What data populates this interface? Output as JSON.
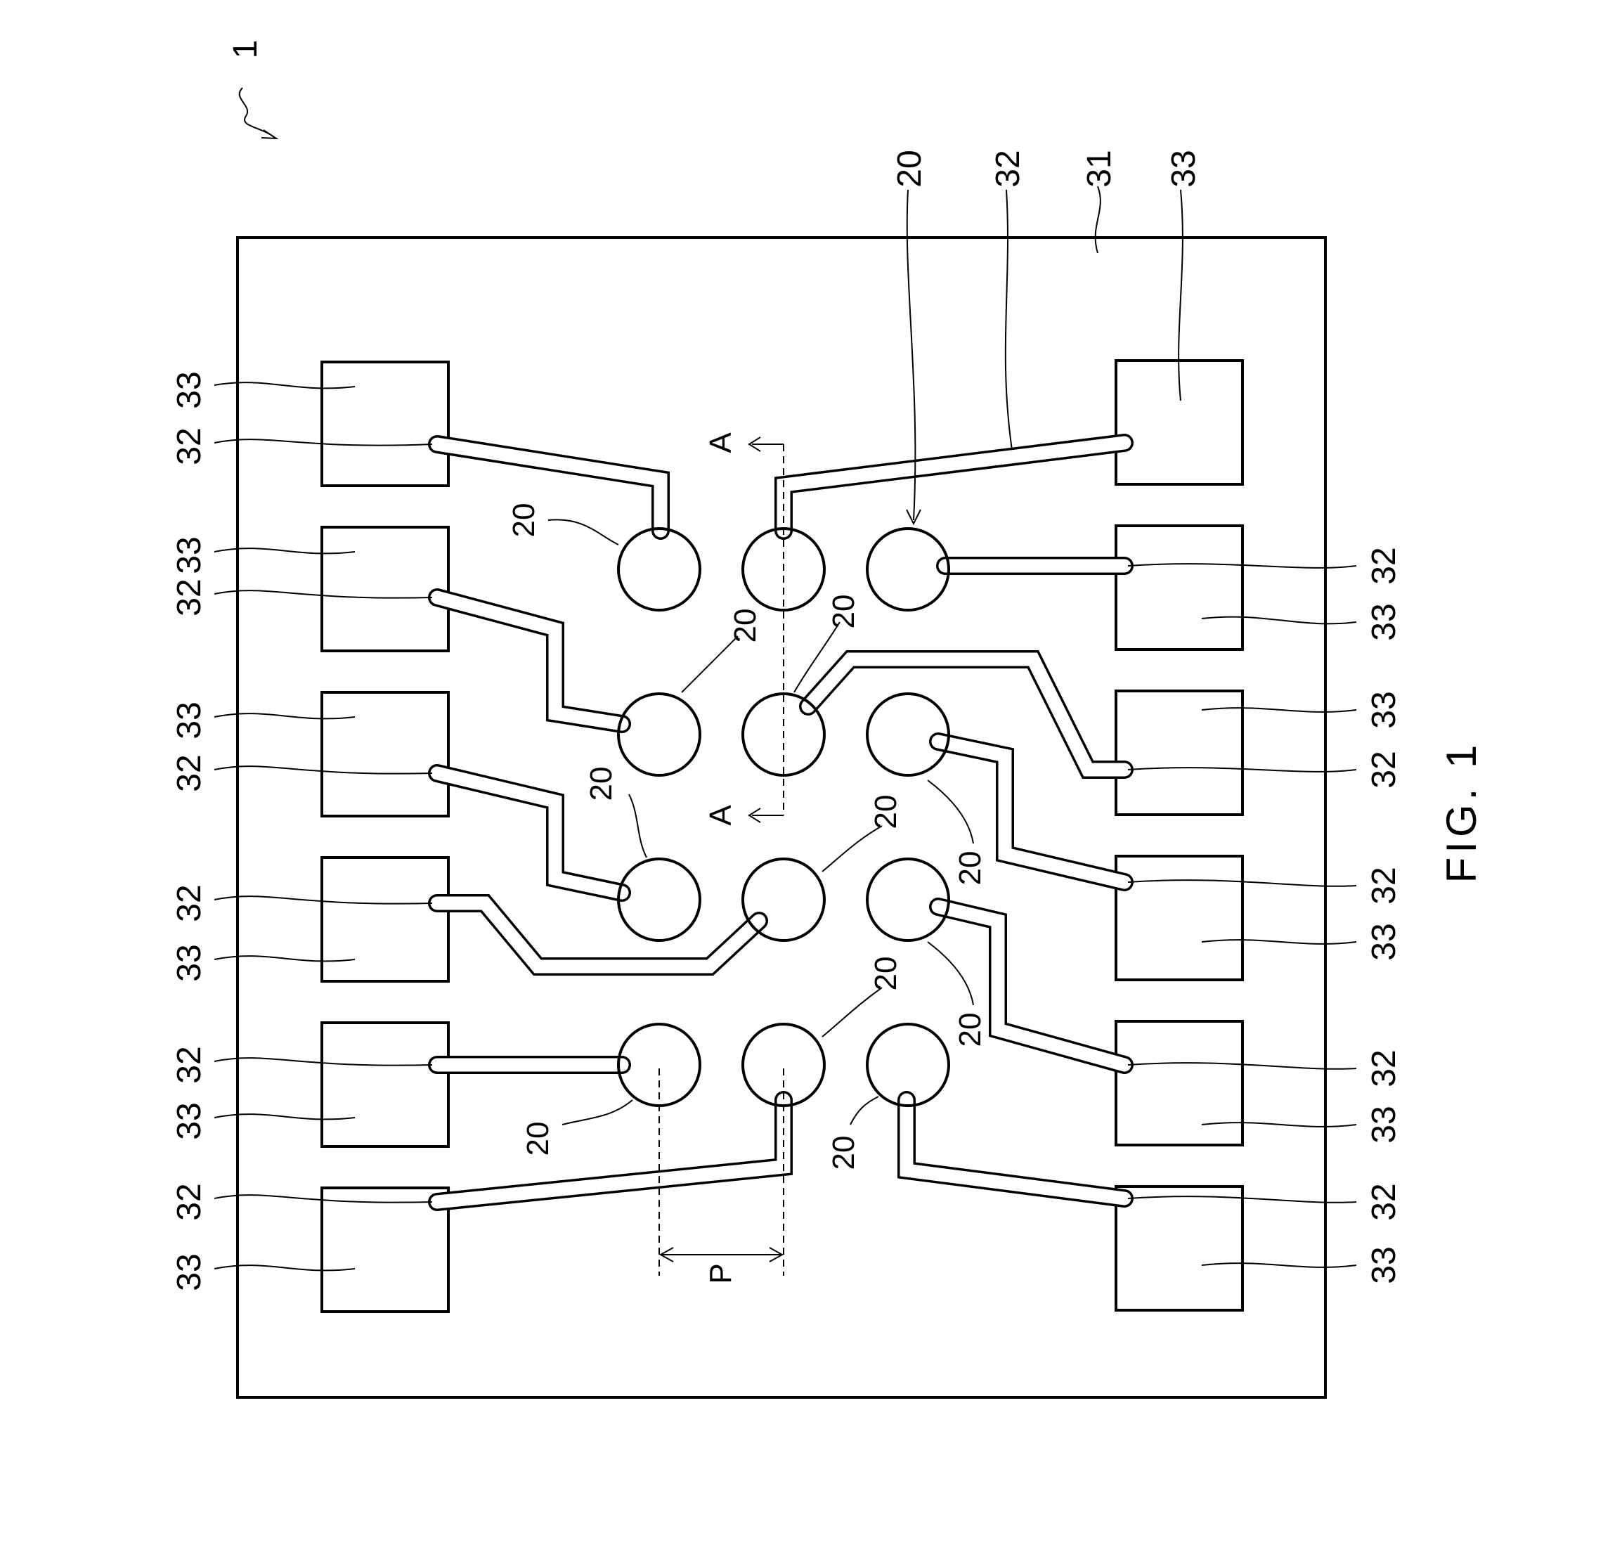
{
  "figure": {
    "ref_device": "1",
    "ref_substrate": "31",
    "ref_wiring": "32",
    "ref_pad": "33",
    "ref_bump": "20",
    "section_mark": "A",
    "pitch_label": "P",
    "caption": "FIG. 1",
    "left_pads": [
      {
        "pad_label": "33",
        "wire_label": "32"
      },
      {
        "pad_label": "33",
        "wire_label": "32"
      },
      {
        "pad_label": "33",
        "wire_label": "32"
      },
      {
        "pad_label": "33",
        "wire_label": "32"
      },
      {
        "pad_label": "33",
        "wire_label": "32"
      },
      {
        "pad_label": "33",
        "wire_label": "32"
      }
    ],
    "right_pads": [
      {
        "pad_label": "33",
        "wire_label": "32"
      },
      {
        "pad_label": "33",
        "wire_label": "32"
      },
      {
        "pad_label": "33",
        "wire_label": "32"
      },
      {
        "pad_label": "33",
        "wire_label": "32"
      },
      {
        "pad_label": "33",
        "wire_label": "32"
      },
      {
        "pad_label": "33",
        "wire_label": "32"
      }
    ]
  }
}
